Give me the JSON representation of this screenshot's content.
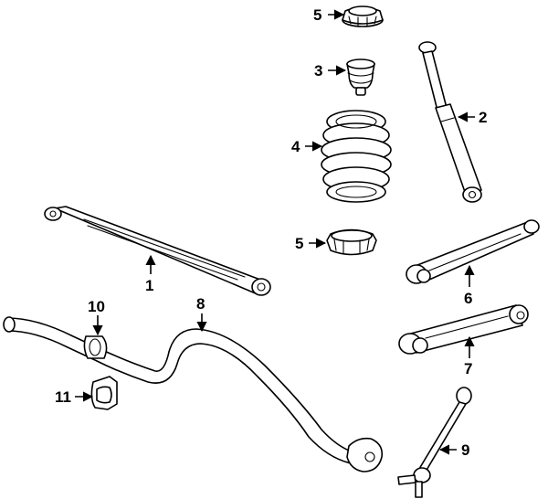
{
  "callouts": {
    "c1": "1",
    "c2": "2",
    "c3": "3",
    "c4": "4",
    "c5_top": "5",
    "c5_mid": "5",
    "c6": "6",
    "c7": "7",
    "c8": "8",
    "c9": "9",
    "c10": "10",
    "c11": "11"
  }
}
